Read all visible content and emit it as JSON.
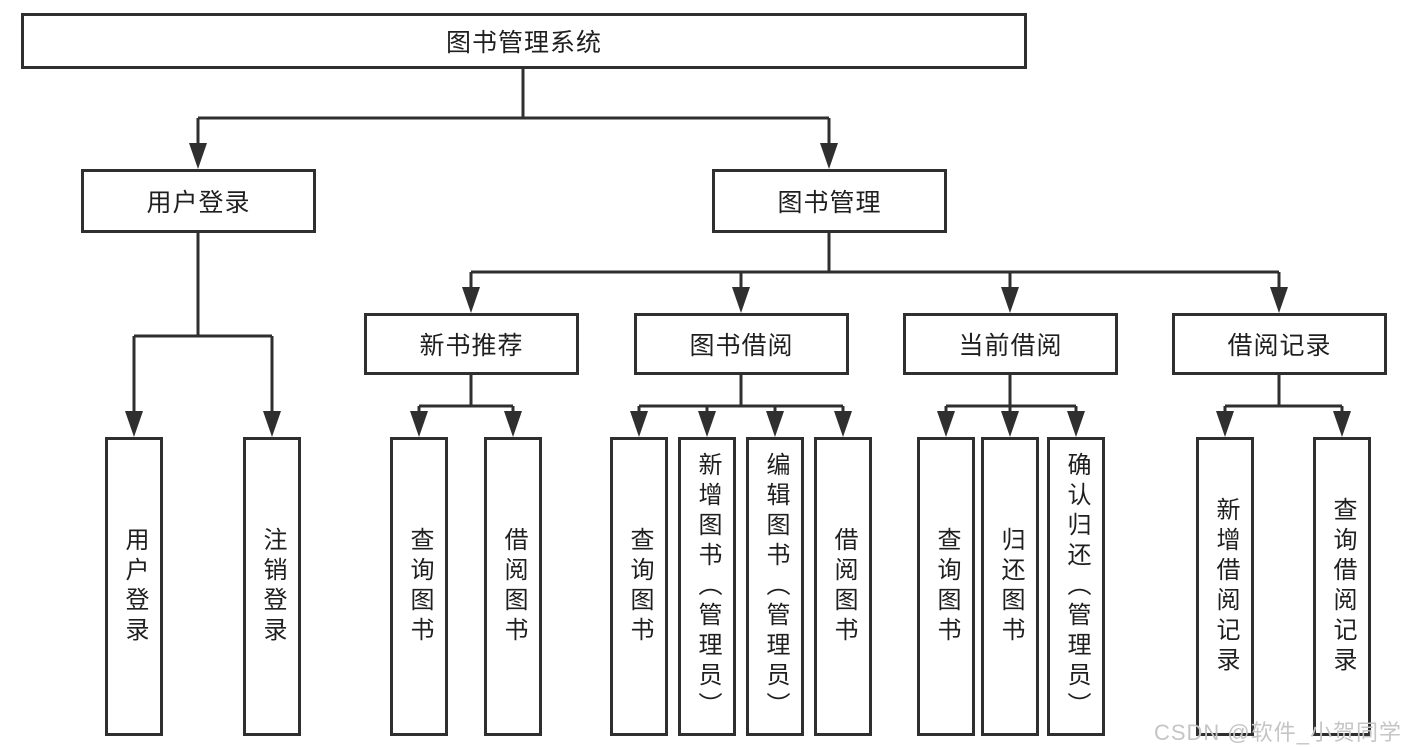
{
  "diagram": {
    "root": {
      "label": "图书管理系统"
    },
    "level2": [
      {
        "id": "user-login",
        "label": "用户登录"
      },
      {
        "id": "book-management",
        "label": "图书管理"
      }
    ],
    "level3": [
      {
        "id": "new-book-recommend",
        "label": "新书推荐"
      },
      {
        "id": "book-borrow",
        "label": "图书借阅"
      },
      {
        "id": "current-borrow",
        "label": "当前借阅"
      },
      {
        "id": "borrow-records",
        "label": "借阅记录"
      }
    ],
    "leaves": {
      "user_login": [
        "用户登录",
        "注销登录"
      ],
      "new_book_recommend": [
        "查询图书",
        "借阅图书"
      ],
      "book_borrow": [
        "查询图书",
        "新增图书（管理员）",
        "编辑图书（管理员）",
        "借阅图书"
      ],
      "current_borrow": [
        "查询图书",
        "归还图书",
        "确认归还（管理员）"
      ],
      "borrow_records": [
        "新增借阅记录",
        "查询借阅记录"
      ]
    }
  },
  "watermark": {
    "text": "CSDN @软件_小贺同学"
  },
  "colors": {
    "line": "#2f2f2f",
    "text": "#1f1f1f",
    "watermark": "#c5c5c5",
    "background": "#ffffff"
  }
}
